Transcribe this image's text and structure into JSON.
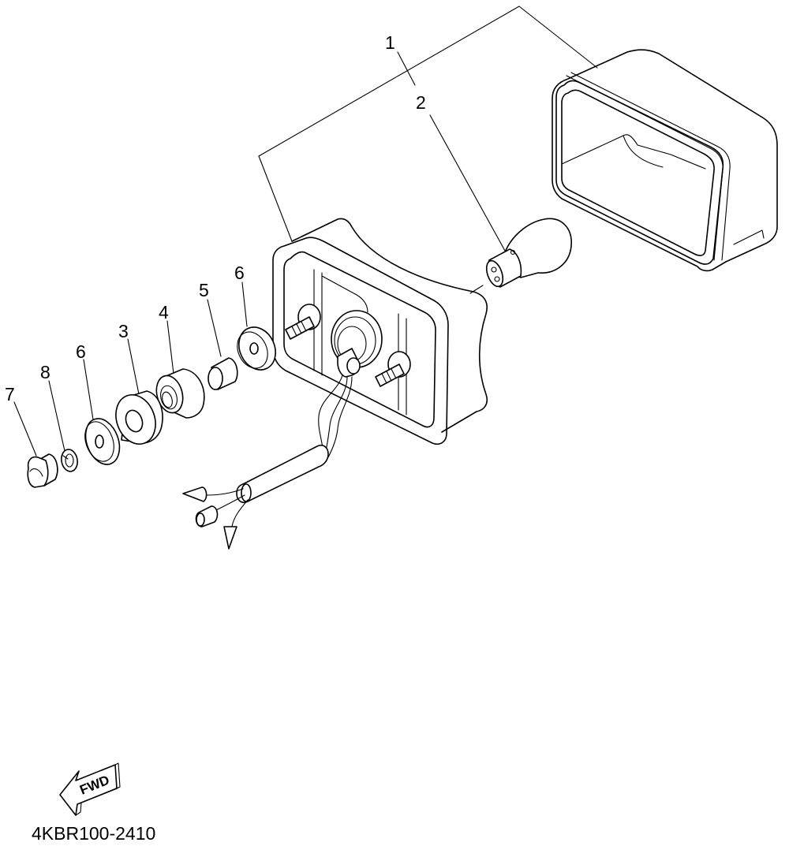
{
  "callouts": [
    {
      "id": "c1",
      "text": "1"
    },
    {
      "id": "c2",
      "text": "2"
    },
    {
      "id": "c3",
      "text": "3"
    },
    {
      "id": "c4",
      "text": "4"
    },
    {
      "id": "c5",
      "text": "5"
    },
    {
      "id": "c6a",
      "text": "6"
    },
    {
      "id": "c6b",
      "text": "6"
    },
    {
      "id": "c7",
      "text": "7"
    },
    {
      "id": "c8",
      "text": "8"
    }
  ],
  "fwd_label": "FWD",
  "diagram_code": "4KBR100-2410"
}
